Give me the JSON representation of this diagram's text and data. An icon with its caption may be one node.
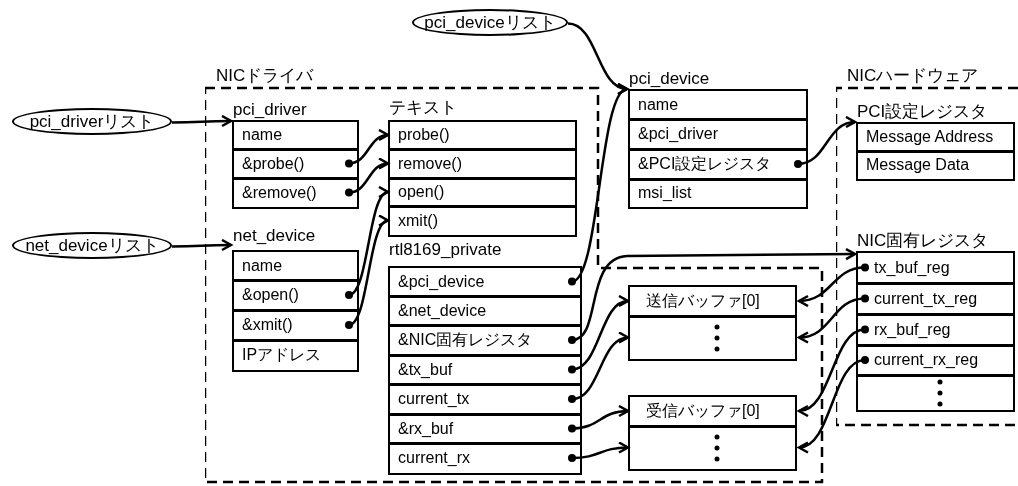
{
  "diagram": {
    "nodes": [
      {
        "text": [
          "pci_deviceリスト"
        ]
      },
      {
        "text": [
          "pci_driverリスト"
        ]
      },
      {
        "text": [
          "net_deviceリスト"
        ]
      },
      {
        "text": [
          "NICドライバ"
        ]
      },
      {
        "text": [
          "pci_driver"
        ],
        "in": 3
      },
      {
        "text": [
          "name"
        ],
        "in": 4
      },
      {
        "text": [
          "&probe()"
        ],
        "in": 4
      },
      {
        "text": [
          "&remove()"
        ],
        "in": 4
      },
      {
        "text": [
          "net_device"
        ],
        "in": 3
      },
      {
        "text": [
          "name"
        ],
        "in": 8
      },
      {
        "text": [
          "&open()"
        ],
        "in": 8
      },
      {
        "text": [
          "&xmit()"
        ],
        "in": 8
      },
      {
        "text": [
          "IPアドレス"
        ],
        "in": 8
      },
      {
        "text": [
          "テキスト"
        ],
        "in": 3
      },
      {
        "text": [
          "probe()"
        ],
        "in": 13
      },
      {
        "text": [
          "remove()"
        ],
        "in": 13
      },
      {
        "text": [
          "open()"
        ],
        "in": 13
      },
      {
        "text": [
          "xmit()"
        ],
        "in": 13
      },
      {
        "text": [
          "rtl8169_private"
        ],
        "in": 3
      },
      {
        "text": [
          "&pci_device"
        ],
        "in": 18
      },
      {
        "text": [
          "&net_device"
        ],
        "in": 18
      },
      {
        "text": [
          "&NIC固有レジスタ"
        ],
        "in": 18
      },
      {
        "text": [
          "&tx_buf"
        ],
        "in": 18
      },
      {
        "text": [
          "current_tx"
        ],
        "in": 18
      },
      {
        "text": [
          "&rx_buf"
        ],
        "in": 18
      },
      {
        "text": [
          "current_rx"
        ],
        "in": 18
      },
      {
        "text": [
          "送信バッファ[0]"
        ],
        "in": 3
      },
      {
        "text": [],
        "shape": "box",
        "in": 3
      },
      {
        "text": [
          "受信バッファ[0]"
        ],
        "in": 3
      },
      {
        "text": [],
        "shape": "box",
        "in": 3
      },
      {
        "text": [
          "pci_device"
        ]
      },
      {
        "text": [
          "name"
        ],
        "in": 30
      },
      {
        "text": [
          "&pci_driver"
        ],
        "in": 30
      },
      {
        "text": [
          "&PCI設定レジスタ"
        ],
        "in": 30
      },
      {
        "text": [
          "msi_list"
        ],
        "in": 30
      },
      {
        "text": [
          "NICハードウェア"
        ]
      },
      {
        "text": [
          "PCI設定レジスタ"
        ],
        "in": 35
      },
      {
        "text": [
          "Message Address"
        ],
        "in": 36
      },
      {
        "text": [
          "Message Data"
        ],
        "in": 36
      },
      {
        "text": [
          "NIC固有レジスタ"
        ],
        "in": 35
      },
      {
        "text": [
          "tx_buf_reg"
        ],
        "in": 39
      },
      {
        "text": [
          "current_tx_reg"
        ],
        "in": 39
      },
      {
        "text": [
          "rx_buf_reg"
        ],
        "in": 39
      },
      {
        "text": [
          "current_rx_reg"
        ],
        "in": 39
      },
      {
        "text": [],
        "shape": "box",
        "in": 39
      }
    ],
    "edges": [
      {
        "from": 1,
        "to": 4,
        "arrow": "to"
      },
      {
        "from": 2,
        "to": 8,
        "arrow": "to"
      },
      {
        "from": 0,
        "to": 30,
        "arrow": "to"
      },
      {
        "from": 6,
        "to": 14,
        "arrow": "to"
      },
      {
        "from": 7,
        "to": 15,
        "arrow": "to"
      },
      {
        "from": 10,
        "to": 16,
        "arrow": "to"
      },
      {
        "from": 11,
        "to": 17,
        "arrow": "to"
      },
      {
        "from": 19,
        "to": 30,
        "arrow": "to"
      },
      {
        "from": 21,
        "to": 39,
        "arrow": "to"
      },
      {
        "from": 22,
        "to": 26,
        "arrow": "to"
      },
      {
        "from": 23,
        "to": 27,
        "arrow": "to"
      },
      {
        "from": 24,
        "to": 28,
        "arrow": "to"
      },
      {
        "from": 25,
        "to": 29,
        "arrow": "to"
      },
      {
        "from": 33,
        "to": 36,
        "arrow": "to"
      },
      {
        "from": 40,
        "to": 26,
        "arrow": "to"
      },
      {
        "from": 41,
        "to": 27,
        "arrow": "to"
      },
      {
        "from": 42,
        "to": 28,
        "arrow": "to"
      },
      {
        "from": 43,
        "to": 29,
        "arrow": "to"
      }
    ]
  }
}
